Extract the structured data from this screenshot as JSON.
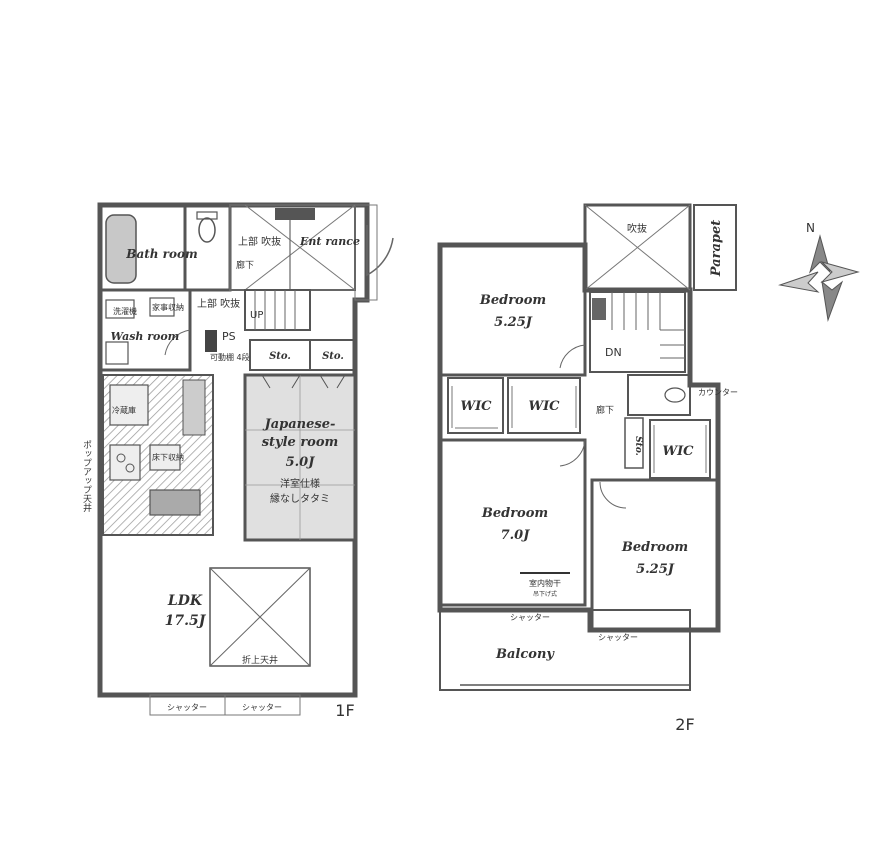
{
  "floor1": {
    "floor_label": "1F",
    "bath": "Bath room",
    "laundry": "洗濯機",
    "shoe_storage": "家事収納",
    "wash": "Wash room",
    "upper_void_top": "上部 吹抜",
    "corridor": "廊下",
    "entrance": "Ent rance",
    "upper_void_mid": "上部 吹抜",
    "up": "UP",
    "ps": "PS",
    "adjustable_shelf": "可動棚 4段",
    "sto1": "Sto.",
    "sto2": "Sto.",
    "fridge": "冷蔵庫",
    "pantry": "床下収納",
    "japanese_room_line1": "Japanese-",
    "japanese_room_line2": "style room",
    "japanese_room_size": "5.0J",
    "western_spec": "洋室仕様",
    "tatami": "縁なしタタミ",
    "popup_ceiling": "ポップアップ天井",
    "ldk_name": "LDK",
    "ldk_size": "17.5J",
    "raised_ceiling": "折上天井",
    "shutter_left": "シャッター",
    "shutter_right": "シャッター"
  },
  "floor2": {
    "floor_label": "2F",
    "void": "吹抜",
    "parapet": "Parapet",
    "bedroom1_name": "Bedroom",
    "bedroom1_size": "5.25J",
    "dn": "DN",
    "wic1": "WIC",
    "wic2": "WIC",
    "counter": "カウンター",
    "hallway": "廊下",
    "sto": "Sto.",
    "wic3": "WIC",
    "bedroom2_name": "Bedroom",
    "bedroom2_size": "7.0J",
    "indoor_drying": "室内物干",
    "hanging_type": "吊下げ式",
    "bedroom3_name": "Bedroom",
    "bedroom3_size": "5.25J",
    "shutter_left": "シャッター",
    "shutter_right": "シャッター",
    "balcony": "Balcony"
  },
  "compass": {
    "north_label": "N"
  }
}
